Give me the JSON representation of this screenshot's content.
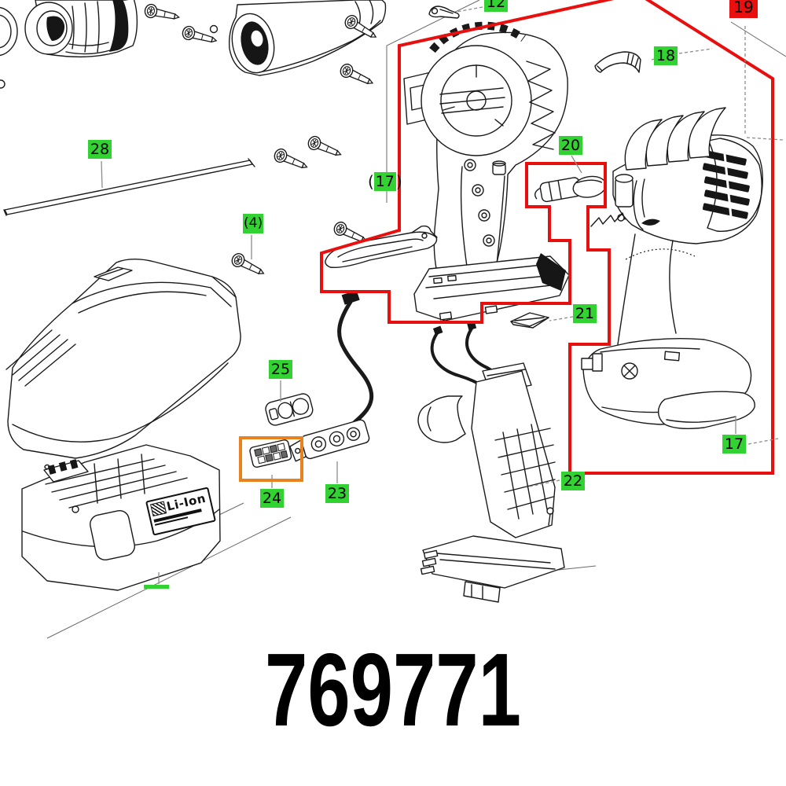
{
  "document": {
    "part_number": "769771"
  },
  "colors": {
    "callout_green": "#32d232",
    "callout_red": "#ea0f0f",
    "selection_outline_red": "#e8100f",
    "highlight_orange": "#e8821e"
  },
  "callouts": {
    "c12": "12",
    "c19": "19",
    "c18": "18",
    "c28": "28",
    "c17a": {
      "open": "(",
      "value": "17",
      "close": ")"
    },
    "c20": "20",
    "c4": "(4)",
    "c21": "21",
    "c25": "25",
    "c24": "24",
    "c23": "23",
    "c22": "22",
    "c17b": "17"
  },
  "battery": {
    "label": "Li-Ion"
  }
}
